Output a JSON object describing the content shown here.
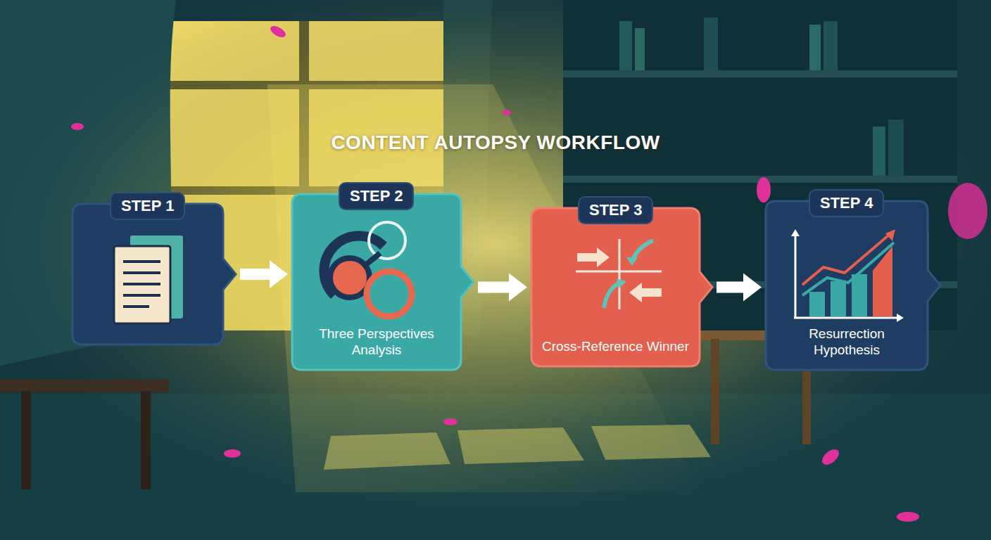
{
  "diagram": {
    "title": "CONTENT AUTOPSY WORKFLOW",
    "nodes": [
      {
        "text": [
          "STEP 1"
        ]
      },
      {
        "text": [
          "STEP 2",
          "Three Perspectives Analysis"
        ]
      },
      {
        "text": [
          "STEP 3",
          "Cross-Reference Winner"
        ]
      },
      {
        "text": [
          "STEP 4",
          "Resurrection Hypothesis"
        ]
      }
    ],
    "edges": [
      {
        "from": 0,
        "to": 1,
        "arrow": "to"
      },
      {
        "from": 1,
        "to": 2,
        "arrow": "to"
      },
      {
        "from": 2,
        "to": 3,
        "arrow": "to"
      }
    ]
  }
}
